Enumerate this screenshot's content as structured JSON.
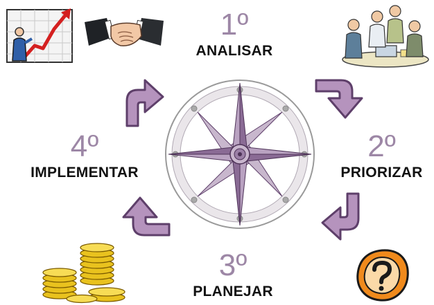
{
  "steps": [
    {
      "number": "1º",
      "label": "ANALISAR"
    },
    {
      "number": "2º",
      "label": "PRIORIZAR"
    },
    {
      "number": "3º",
      "label": "PLANEJAR"
    },
    {
      "number": "4º",
      "label": "IMPLEMENTAR"
    }
  ],
  "colors": {
    "accent": "#9d87a6",
    "arrow_fill": "#b593bd",
    "arrow_stroke": "#5e3f6a",
    "compass_point": "#9b7fa6",
    "compass_ring": "#e6e1e6"
  },
  "icons": [
    "growth-chart-icon",
    "handshake-icon",
    "team-meeting-icon",
    "question-mark-icon",
    "coins-icon",
    "compass-rose-icon"
  ]
}
